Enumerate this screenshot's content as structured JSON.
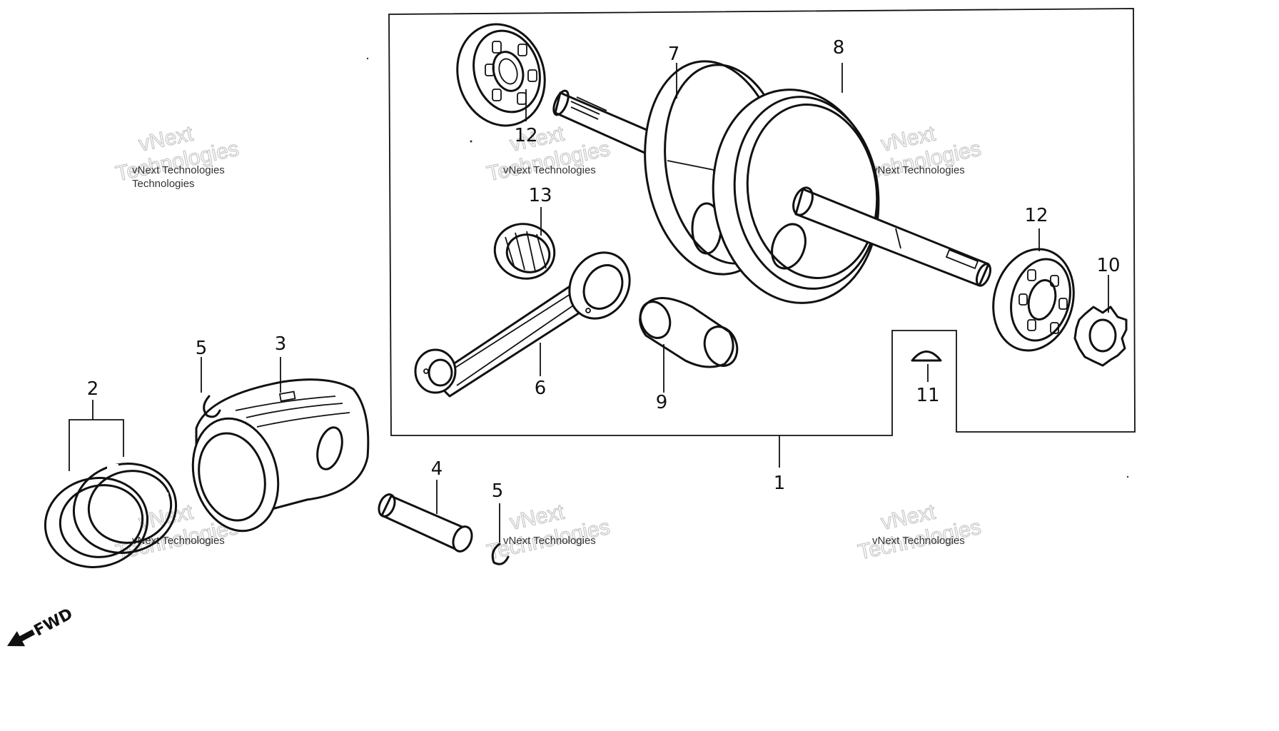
{
  "callouts": {
    "c1": "1",
    "c2": "2",
    "c3": "3",
    "c4": "4",
    "c5a": "5",
    "c5b": "5",
    "c6": "6",
    "c7": "7",
    "c8": "8",
    "c9": "9",
    "c10": "10",
    "c11": "11",
    "c12a": "12",
    "c12b": "12",
    "c13": "13"
  },
  "direction_marker": "FWD",
  "watermark": {
    "line_small": "vNext Technologies",
    "line_big_1": "vNext",
    "line_big_2": "Technologies"
  }
}
